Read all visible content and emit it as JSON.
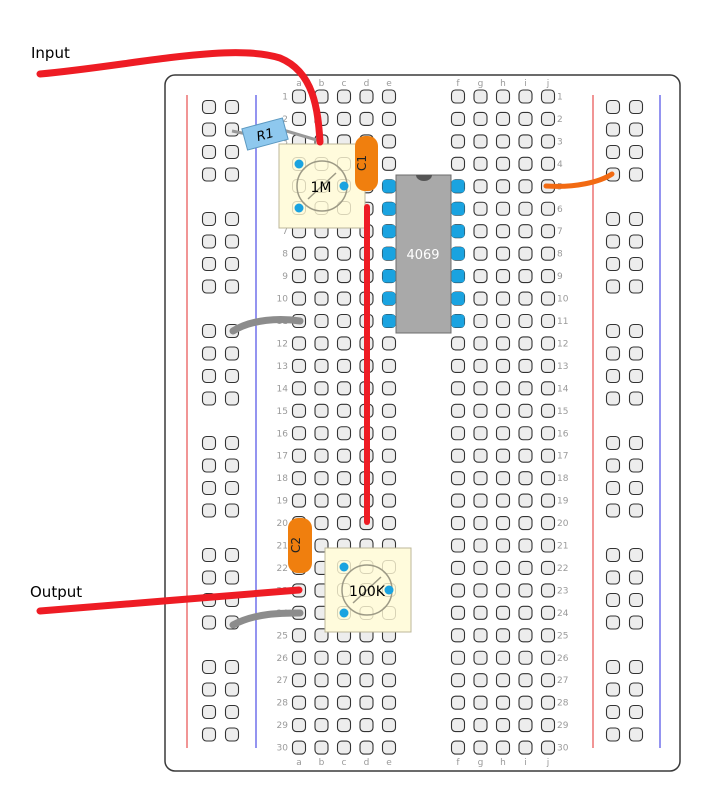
{
  "labels": {
    "input": "Input",
    "output": "Output"
  },
  "breadboard": {
    "rows": 30,
    "left_columns": [
      "a",
      "b",
      "c",
      "d",
      "e"
    ],
    "right_columns": [
      "f",
      "g",
      "h",
      "i",
      "j"
    ]
  },
  "components": {
    "r1": {
      "label": "R1"
    },
    "c1": {
      "label": "C1"
    },
    "c2": {
      "label": "C2"
    },
    "ic": {
      "label": "4069"
    },
    "pot1": {
      "label": "1M"
    },
    "pot2": {
      "label": "100K"
    }
  },
  "colors": {
    "board_fill": "#ffffff",
    "hole_fill": "#ededed",
    "rail_red": "#e32b2b",
    "rail_blue": "#2a2ae0",
    "wire_red": "#ee1c24",
    "wire_orange": "#f26a12",
    "wire_gray": "#8c8c8c",
    "capacitor": "#f07f0e",
    "resistor": "#8ec8ee",
    "ic_body": "#a9a9a9",
    "pin_blue": "#1aa3e0",
    "pot_body": "#fffbdc"
  }
}
